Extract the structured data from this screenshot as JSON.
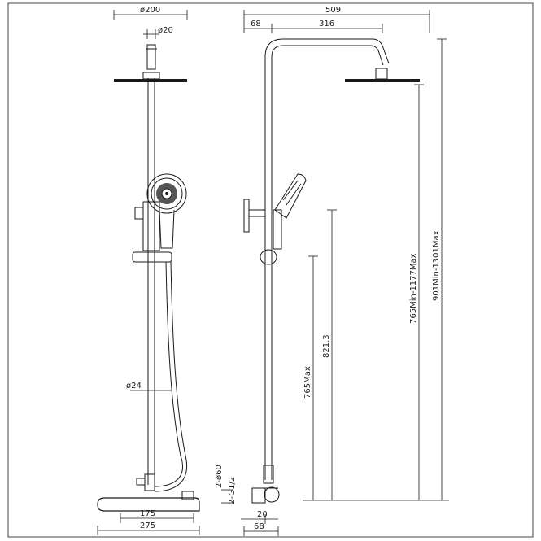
{
  "dimensions": {
    "top_width": "509",
    "arm_offset": "68",
    "arm_length": "316",
    "head_diameter": "ø200",
    "arm_pipe_diameter": "ø20",
    "riser_diameter": "ø24",
    "bar_spacing": "175",
    "bar_width": "275",
    "inlet_count_diameter": "2-ø60",
    "inlet_thread": "2-G1/2",
    "inlet_offset": "20",
    "inlet_depth": "68",
    "max_height": "765Max",
    "height_8213": "821.3",
    "range_765_1177": "765Min-1177Max",
    "range_901_1301": "901Min-1301Max"
  }
}
